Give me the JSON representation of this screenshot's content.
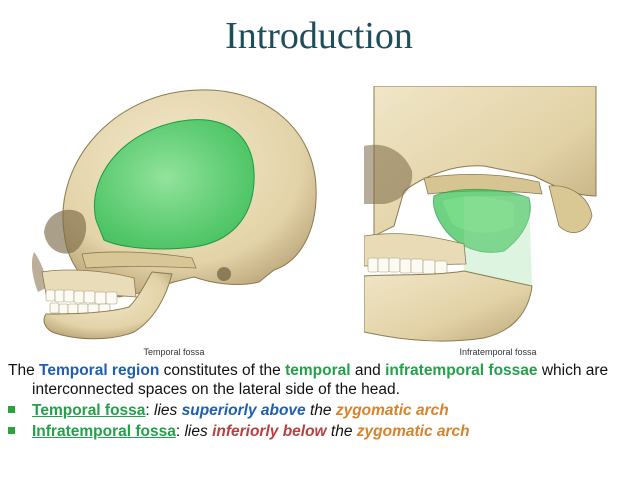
{
  "title": "Introduction",
  "figures": {
    "left_caption": "Temporal fossa",
    "right_caption": "Infratemporal fossa"
  },
  "intro": {
    "p1": "The ",
    "temporal_region": "Temporal region",
    "p2": " constitutes of the ",
    "temporal": "temporal",
    "p3": " and ",
    "infratemporal_fossae": "infratemporal fossae",
    "p4": " which are interconnected spaces on the lateral side of the head."
  },
  "bullets": [
    {
      "term": "Temporal fossa",
      "colon": ": ",
      "lies": "lies ",
      "position": "superiorly above",
      "the": " the ",
      "landmark": "zygomatic arch"
    },
    {
      "term": "Infratemporal fossa",
      "colon": ": ",
      "lies": "lies ",
      "position": "inferiorly below",
      "the": " the ",
      "landmark": "zygomatic arch"
    }
  ],
  "colors": {
    "title": "#1f4e5b",
    "highlight_green": "#23a04a",
    "highlight_blue": "#1f5fae",
    "highlight_orange": "#d9822b",
    "highlight_red": "#b6403f",
    "bone": "#e6d9b4"
  }
}
